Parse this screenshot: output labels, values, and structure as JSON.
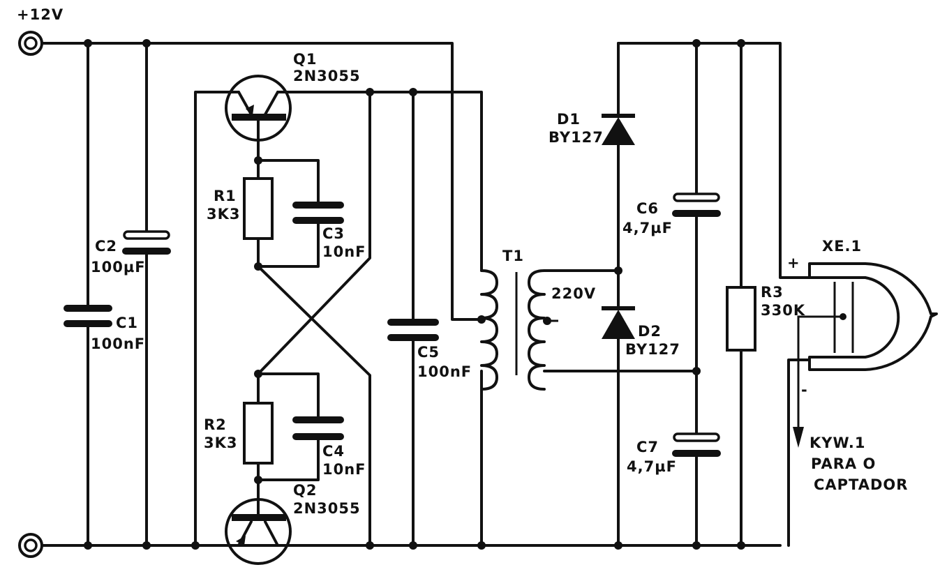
{
  "supply": {
    "label": "+12V"
  },
  "components": {
    "c1": {
      "ref": "C1",
      "value": "100nF"
    },
    "c2": {
      "ref": "C2",
      "value": "100µF"
    },
    "q1": {
      "ref": "Q1",
      "value": "2N3055"
    },
    "q2": {
      "ref": "Q2",
      "value": "2N3055"
    },
    "r1": {
      "ref": "R1",
      "value": "3K3"
    },
    "r2": {
      "ref": "R2",
      "value": "3K3"
    },
    "c3": {
      "ref": "C3",
      "value": "10nF"
    },
    "c4": {
      "ref": "C4",
      "value": "10nF"
    },
    "c5": {
      "ref": "C5",
      "value": "100nF"
    },
    "t1": {
      "ref": "T1",
      "value": "220V"
    },
    "d1": {
      "ref": "D1",
      "value": "BY127"
    },
    "d2": {
      "ref": "D2",
      "value": "BY127"
    },
    "c6": {
      "ref": "C6",
      "value": "4,7µF"
    },
    "c7": {
      "ref": "C7",
      "value": "4,7µF"
    },
    "r3": {
      "ref": "R3",
      "value": "330K"
    },
    "xe1": {
      "ref": "XE.1",
      "plus": "+",
      "minus": "-"
    },
    "kyw1": {
      "ref": "KYW.1",
      "line2": "PARA O",
      "line3": "CAPTADOR"
    }
  }
}
